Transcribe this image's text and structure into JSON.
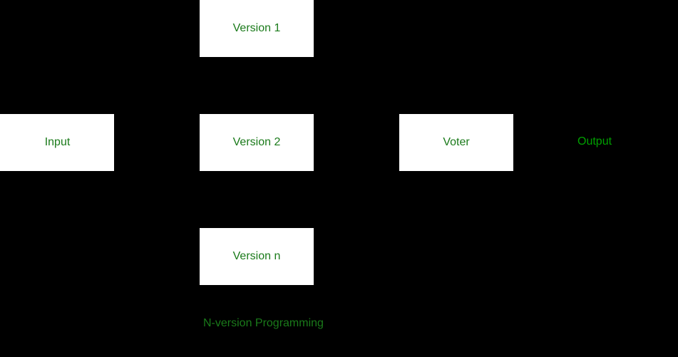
{
  "diagram": {
    "caption": "N-version Programming",
    "background_color": "#000000",
    "box_fill_color": "#ffffff",
    "label_color": "#1a7a1a",
    "output_label_color": "#00a000",
    "nodes": [
      {
        "id": "version-1",
        "label": "Version 1",
        "shape": "rectangle"
      },
      {
        "id": "input",
        "label": "Input",
        "shape": "rectangle"
      },
      {
        "id": "version-2",
        "label": "Version 2",
        "shape": "rectangle"
      },
      {
        "id": "voter",
        "label": "Voter",
        "shape": "rectangle"
      },
      {
        "id": "version-n",
        "label": "Version n",
        "shape": "rectangle"
      },
      {
        "id": "output",
        "label": "Output",
        "shape": "text"
      }
    ]
  }
}
